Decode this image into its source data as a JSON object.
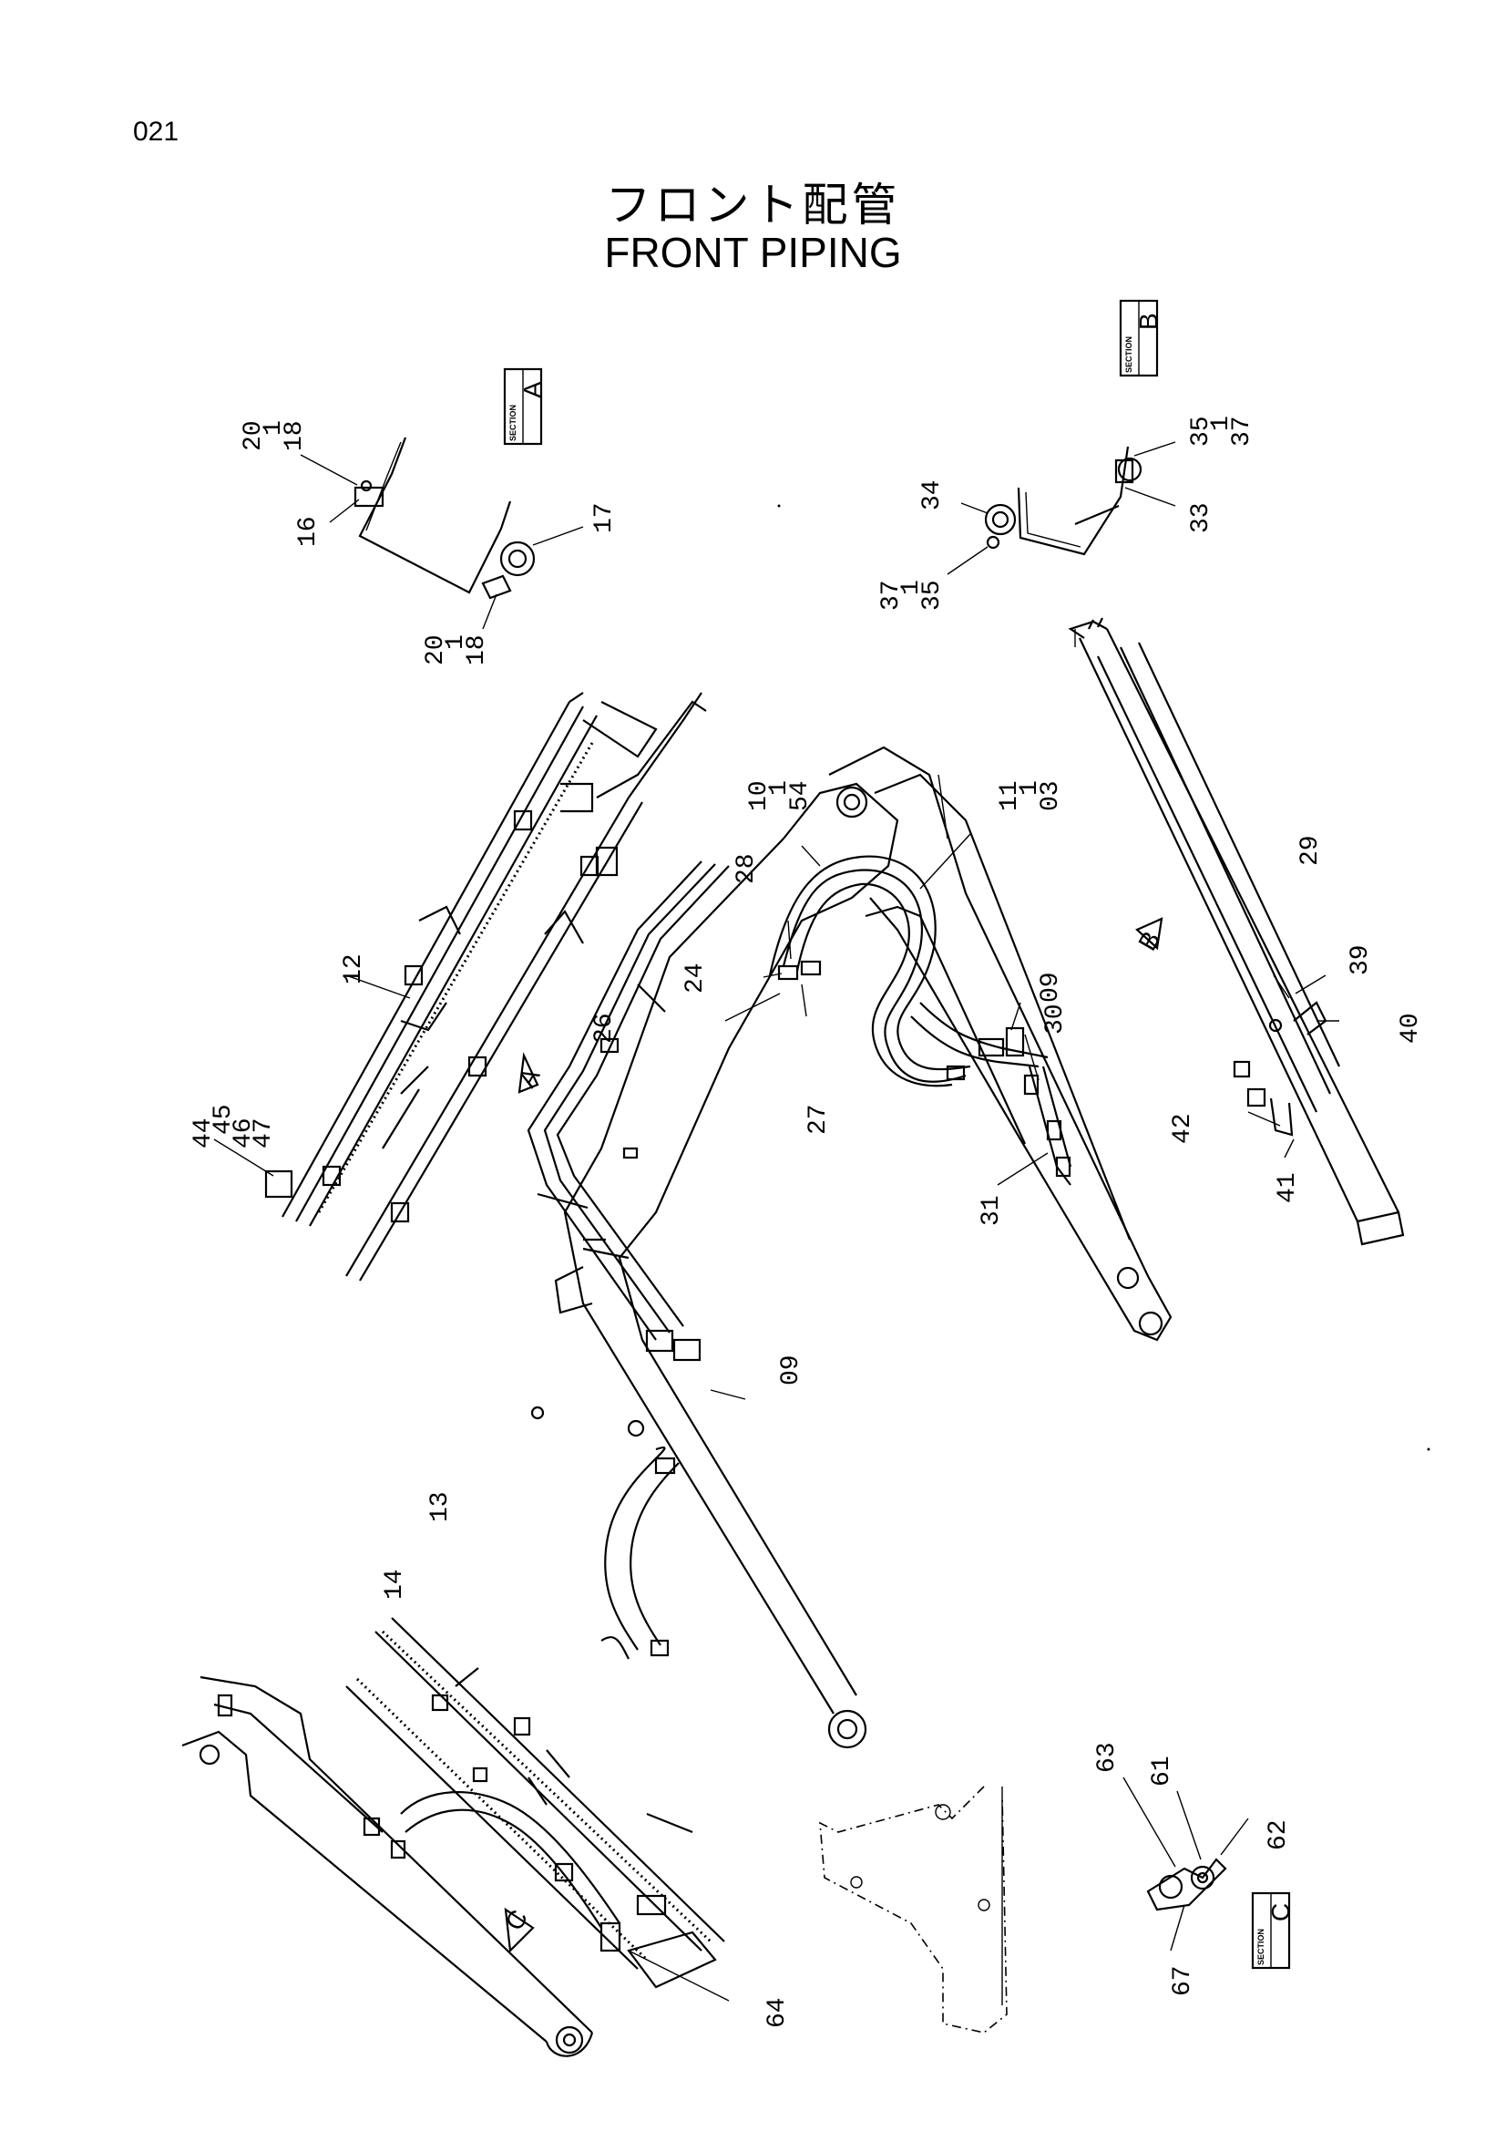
{
  "page_number": "021",
  "title_jp": "フロント配管",
  "title_en": "FRONT PIPING",
  "sections": {
    "a": {
      "word": "SECTION",
      "letter": "A"
    },
    "b": {
      "word": "SECTION",
      "letter": "B"
    },
    "c": {
      "word": "SECTION",
      "letter": "C"
    }
  },
  "view_markers": {
    "a": "A",
    "b": "B",
    "c": "C"
  },
  "labels": {
    "l01": "20",
    "l02": "1",
    "l03": "18",
    "l04": "16",
    "l05": "17",
    "l06": "20",
    "l07": "1",
    "l08": "18",
    "l09": "35",
    "l10": "1",
    "l11": "37",
    "l12": "34",
    "l13": "33",
    "l14": "37",
    "l15": "1",
    "l16": "35",
    "l17": "10",
    "l18": "1",
    "l19": "54",
    "l20": "11",
    "l21": "1",
    "l22": "03",
    "l23": "28",
    "l24": "24",
    "l25": "26",
    "l26": "27",
    "l27": "12",
    "l28": "44",
    "l29": "45",
    "l30": "46",
    "l31": "47",
    "l32": "09",
    "l33": "30",
    "l34": "31",
    "l35": "29",
    "l36": "39",
    "l37": "40",
    "l38": "42",
    "l39": "41",
    "l40": "13",
    "l41": "14",
    "l42": "09",
    "l43": "64",
    "l44": "63",
    "l45": "61",
    "l46": "62",
    "l47": "67"
  }
}
